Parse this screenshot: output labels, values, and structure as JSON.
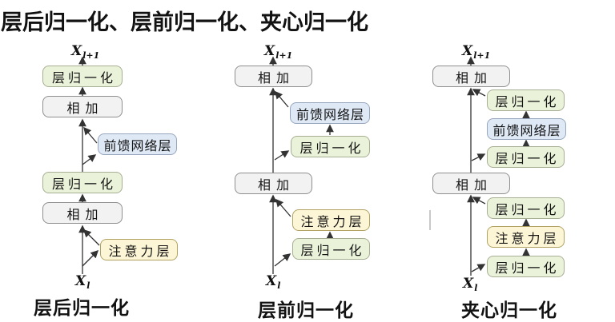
{
  "title": "层后归一化、层前归一化、夹心归一化",
  "shared_labels": {
    "layer_norm": "层归一化",
    "add": "相加",
    "feed_forward": "前馈网络层",
    "attention": "注意力层"
  },
  "columns": [
    {
      "caption": "层后归一化",
      "output_label": {
        "base": "X",
        "sub": "l+1"
      },
      "input_label": {
        "base": "X",
        "sub": "l"
      },
      "nodes": [
        {
          "label": "层归一化",
          "type": "layer-norm"
        },
        {
          "label": "相加",
          "type": "add"
        },
        {
          "label": "前馈网络层",
          "type": "feed-forward"
        },
        {
          "label": "层归一化",
          "type": "layer-norm"
        },
        {
          "label": "相加",
          "type": "add"
        },
        {
          "label": "注意力层",
          "type": "attention"
        }
      ]
    },
    {
      "caption": "层前归一化",
      "output_label": {
        "base": "X",
        "sub": "l+1"
      },
      "input_label": {
        "base": "X",
        "sub": "l"
      },
      "nodes": [
        {
          "label": "相加",
          "type": "add"
        },
        {
          "label": "前馈网络层",
          "type": "feed-forward"
        },
        {
          "label": "层归一化",
          "type": "layer-norm"
        },
        {
          "label": "相加",
          "type": "add"
        },
        {
          "label": "注意力层",
          "type": "attention"
        },
        {
          "label": "层归一化",
          "type": "layer-norm"
        }
      ]
    },
    {
      "caption": "夹心归一化",
      "output_label": {
        "base": "X",
        "sub": "l+1"
      },
      "input_label": {
        "base": "X",
        "sub": "l"
      },
      "nodes": [
        {
          "label": "相加",
          "type": "add"
        },
        {
          "label": "层归一化",
          "type": "layer-norm"
        },
        {
          "label": "前馈网络层",
          "type": "feed-forward"
        },
        {
          "label": "层归一化",
          "type": "layer-norm"
        },
        {
          "label": "相加",
          "type": "add"
        },
        {
          "label": "层归一化",
          "type": "layer-norm"
        },
        {
          "label": "注意力层",
          "type": "attention"
        },
        {
          "label": "层归一化",
          "type": "layer-norm"
        }
      ]
    }
  ],
  "colors": {
    "layer_norm_fill": "#eaf3da",
    "layer_norm_border": "#a6ae93",
    "add_fill": "#f2f2f2",
    "add_border": "#8f8f8f",
    "feed_forward_fill": "#dfe9f6",
    "feed_forward_border": "#97a6bd",
    "attention_fill": "#fdf6d6",
    "attention_border": "#b1a263",
    "arrow_line": "#333333",
    "background": "#ffffff",
    "text": "#121212"
  }
}
